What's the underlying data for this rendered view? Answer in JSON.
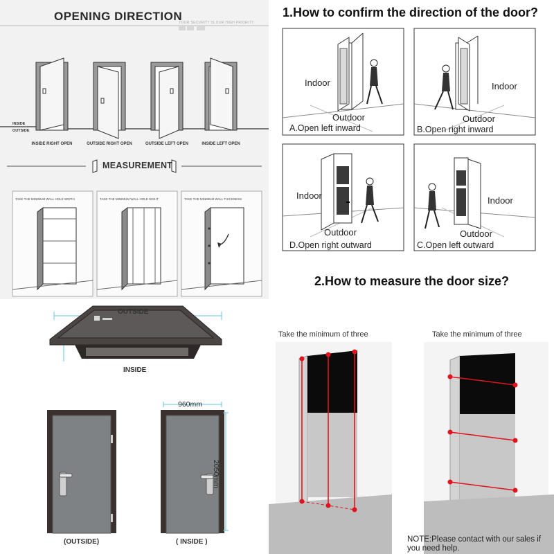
{
  "opening": {
    "title": "OPENING DIRECTION",
    "slogan": "YOUR SECURITY IS OUR HIGH PRIORITY",
    "inside_label": "INSIDE",
    "outside_label": "OUTSIDE",
    "doors": [
      "INSIDE RIGHT OPEN",
      "OUTSIDE RIGHT OPEN",
      "OUTSIDE LEFT OPEN",
      "INSIDE LEFT OPEN"
    ]
  },
  "measurement": {
    "title": "MEASUREMENT",
    "panels": [
      "TAKE THE MINIMUM WALL HOLE WIDTH",
      "TAKE THE MINIMUM WALL HOLE HIGHT",
      "TAKE THE MINIMUM WALL THICKNESS"
    ]
  },
  "confirm": {
    "heading": "1.How to confirm the direction of the door?",
    "panels": [
      {
        "indoor": "Indoor",
        "outdoor": "Outdoor",
        "caption": "A.Open left inward"
      },
      {
        "indoor": "Indoor",
        "outdoor": "Outdoor",
        "caption": "B.Open right inward"
      },
      {
        "indoor": "Indoor",
        "outdoor": "Outdoor",
        "caption": "D.Open right outward"
      },
      {
        "indoor": "Indoor",
        "outdoor": "Outdoor",
        "caption": "C.Open left outward"
      }
    ]
  },
  "measure_size": {
    "heading": "2.How to measure the door size?",
    "left_caption": "Take the minimum of three",
    "right_caption": "Take the minimum of three",
    "note": "NOTE:Please contact with our sales if you need help."
  },
  "door_views": {
    "top_outside": "OUTSIDE",
    "top_inside": "INSIDE",
    "front_outside": "(OUTSIDE)",
    "front_inside": "( INSIDE )",
    "width": "960mm",
    "height": "2050mm"
  },
  "colors": {
    "accent_red": "#e0141e",
    "door_frame": "#3b3230",
    "door_panel": "#7e8284",
    "dark_top": "#0b0b0b"
  }
}
